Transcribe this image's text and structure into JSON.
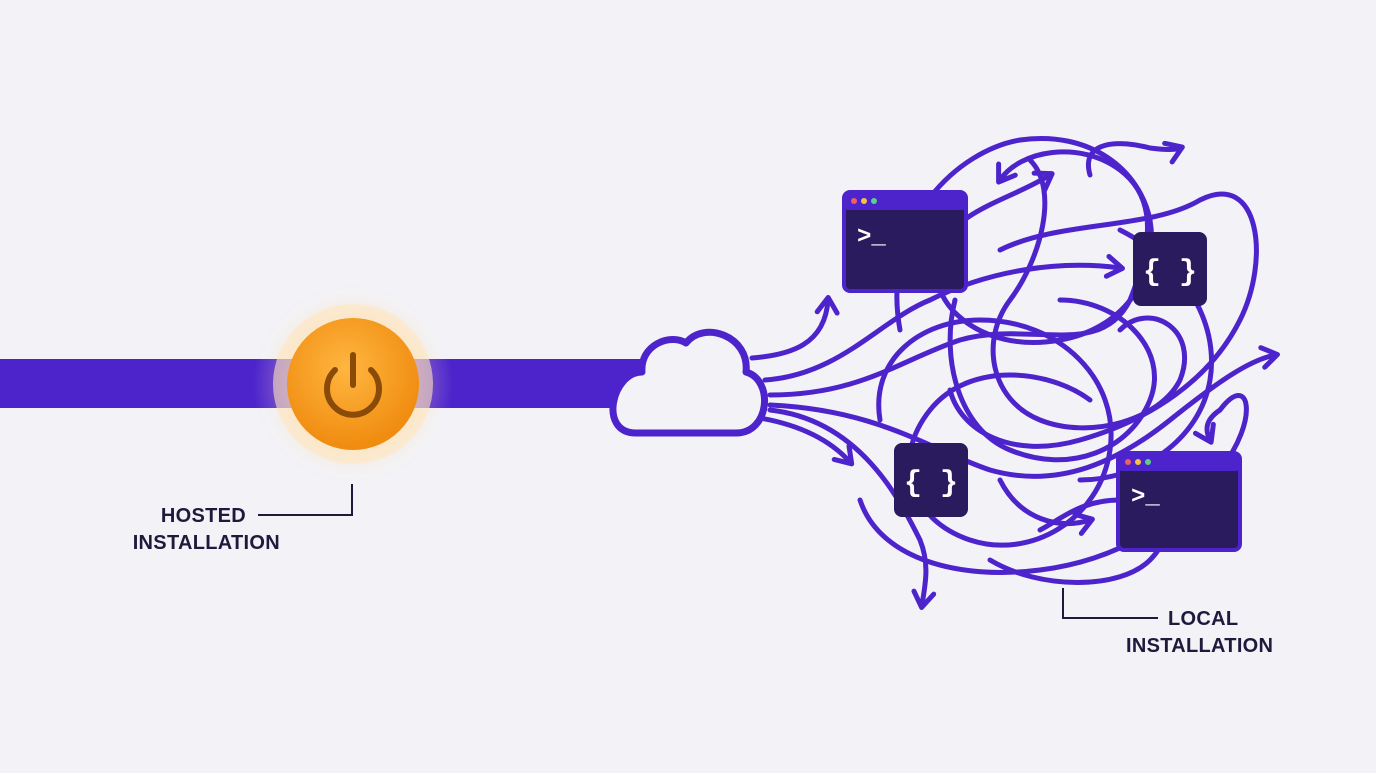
{
  "hosted": {
    "line1": "HOSTED",
    "line2": "INSTALLATION",
    "icon": "power-icon"
  },
  "local": {
    "line1": "LOCAL",
    "line2": "INSTALLATION"
  },
  "terminal_prompt": ">_",
  "code_braces": "{ }",
  "colors": {
    "background": "#f2f2f7",
    "primary_purple": "#4d24cc",
    "dark_panel": "#2a1a5e",
    "power_orange": "#f5a020",
    "label_text": "#1f1a3d",
    "dot_red": "#f0605c",
    "dot_yellow": "#f5c242",
    "dot_green": "#5ccf8a"
  }
}
